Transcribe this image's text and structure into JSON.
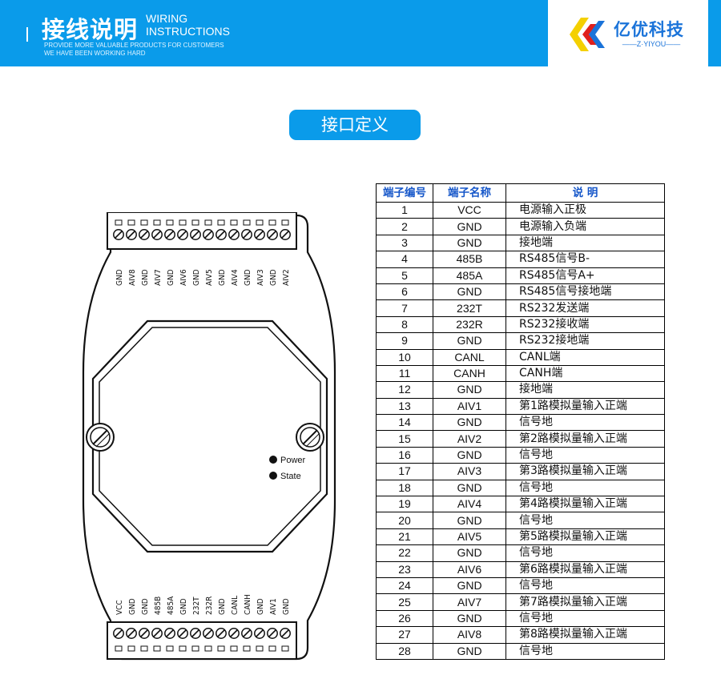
{
  "header": {
    "title": "接线说明",
    "sub_line1": "WIRING",
    "sub_line2": "INSTRUCTIONS",
    "tagline1": "PROVIDE MORE VALUABLE PRODUCTS FOR CUSTOMERS",
    "tagline2": "WE HAVE BEEN WORKING HARD",
    "brand_name": "亿优科技",
    "brand_sub": "——Z·YIYOU——",
    "colors": {
      "accent": "#0a9bea",
      "brand": "#1a73d9",
      "logo_yellow": "#f4d000",
      "logo_red": "#e0201b"
    }
  },
  "section_title": "接口定义",
  "device": {
    "top_labels": [
      "GND",
      "AIV8",
      "GND",
      "AIV7",
      "GND",
      "AIV6",
      "GND",
      "AIV5",
      "GND",
      "AIV4",
      "GND",
      "AIV3",
      "GND",
      "AIV2"
    ],
    "bottom_labels": [
      "VCC",
      "GND",
      "GND",
      "485B",
      "485A",
      "GND",
      "232T",
      "232R",
      "GND",
      "CANL",
      "CANH",
      "GND",
      "AIV1",
      "GND"
    ],
    "led_power": "Power",
    "led_state": "State"
  },
  "table": {
    "headers": [
      "端子编号",
      "端子名称",
      "说  明"
    ],
    "rows": [
      [
        "1",
        "VCC",
        "电源输入正极"
      ],
      [
        "2",
        "GND",
        "电源输入负端"
      ],
      [
        "3",
        "GND",
        "接地端"
      ],
      [
        "4",
        "485B",
        "RS485信号B-"
      ],
      [
        "5",
        "485A",
        "RS485信号A+"
      ],
      [
        "6",
        "GND",
        "RS485信号接地端"
      ],
      [
        "7",
        "232T",
        "RS232发送端"
      ],
      [
        "8",
        "232R",
        "RS232接收端"
      ],
      [
        "9",
        "GND",
        "RS232接地端"
      ],
      [
        "10",
        "CANL",
        "CANL端"
      ],
      [
        "11",
        "CANH",
        "CANH端"
      ],
      [
        "12",
        "GND",
        "接地端"
      ],
      [
        "13",
        "AIV1",
        "第1路模拟量输入正端"
      ],
      [
        "14",
        "GND",
        "信号地"
      ],
      [
        "15",
        "AIV2",
        "第2路模拟量输入正端"
      ],
      [
        "16",
        "GND",
        "信号地"
      ],
      [
        "17",
        "AIV3",
        "第3路模拟量输入正端"
      ],
      [
        "18",
        "GND",
        "信号地"
      ],
      [
        "19",
        "AIV4",
        "第4路模拟量输入正端"
      ],
      [
        "20",
        "GND",
        "信号地"
      ],
      [
        "21",
        "AIV5",
        "第5路模拟量输入正端"
      ],
      [
        "22",
        "GND",
        "信号地"
      ],
      [
        "23",
        "AIV6",
        "第6路模拟量输入正端"
      ],
      [
        "24",
        "GND",
        "信号地"
      ],
      [
        "25",
        "AIV7",
        "第7路模拟量输入正端"
      ],
      [
        "26",
        "GND",
        "信号地"
      ],
      [
        "27",
        "AIV8",
        "第8路模拟量输入正端"
      ],
      [
        "28",
        "GND",
        "信号地"
      ]
    ]
  }
}
